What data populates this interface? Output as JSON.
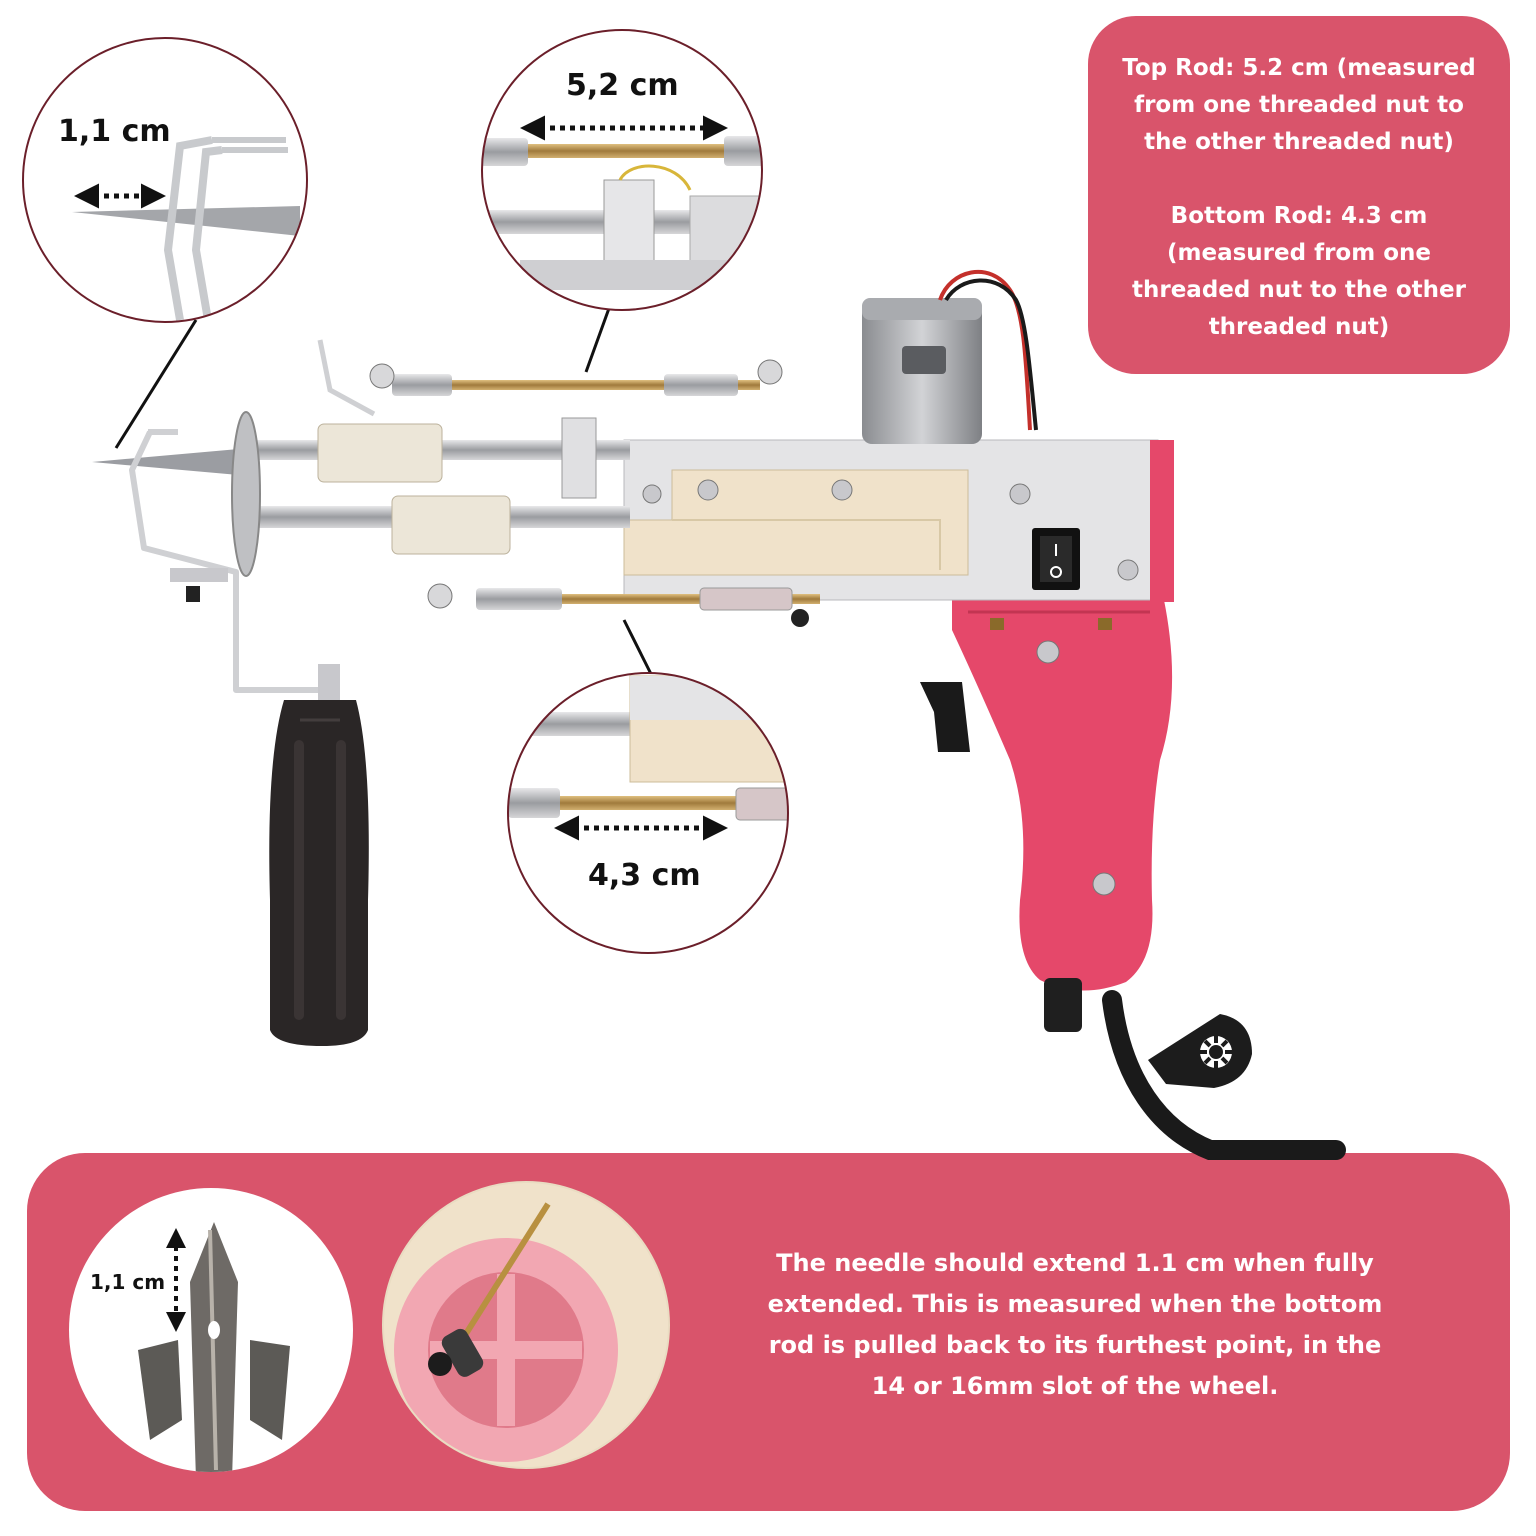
{
  "callouts": {
    "needle_zoom_label": "1,1 cm",
    "top_rod_zoom_label": "5,2 cm",
    "bottom_rod_zoom_label": "4,3 cm",
    "needle_tip_label": "1,1 cm"
  },
  "info_box": {
    "top_rod_text": "Top Rod: 5.2 cm (measured from one threaded nut to the other threaded nut)",
    "bottom_rod_text": "Bottom Rod: 4.3 cm (measured from one threaded nut to the other threaded nut)"
  },
  "bottom_panel": {
    "instruction": "The needle should extend 1.1 cm when fully extended. This is measured when the bottom rod is pulled back to its furthest point, in the 14 or 16mm slot of the wheel."
  },
  "colors": {
    "accent": "#d9546b",
    "gun_pink": "#e5486a",
    "circle_border": "#6b1f2a",
    "text_dark": "#111111"
  },
  "icons": [
    "on-off-switch-icon",
    "double-arrow-icon",
    "sun-gear-icon"
  ]
}
